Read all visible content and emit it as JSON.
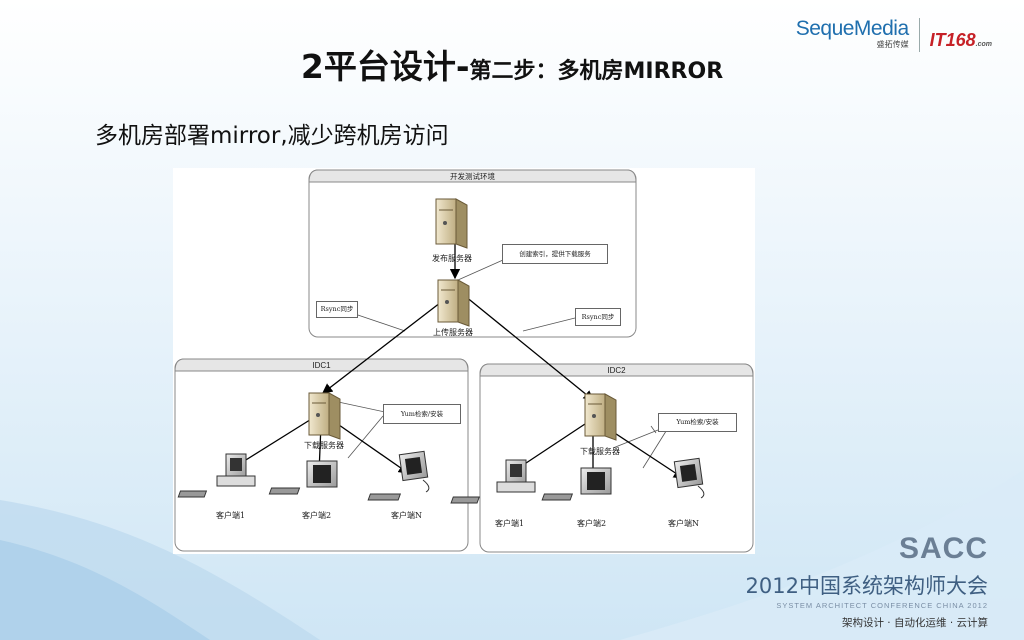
{
  "header": {
    "logo_brand": "SequeMedia",
    "logo_brand_sub": "盛拓传媒",
    "logo_partner": "IT168",
    "logo_partner_sub": ".com"
  },
  "slide": {
    "title_main": "2平台设计-",
    "title_sub": "第二步：多机房MIRROR",
    "subtitle": "多机房部署mirror,减少跨机房访问"
  },
  "diagram": {
    "top_zone_title": "开发测试环境",
    "publish_server": "发布服务器",
    "upload_server": "上传服务器",
    "note_index": "创建索引，提供下载服务",
    "note_rsync_left": "Rsync同步",
    "note_rsync_right": "Rsync同步",
    "idc1": {
      "title": "IDC1",
      "server": "下载服务器",
      "note": "Yum检索/安装",
      "clients": [
        "客户端1",
        "客户端2",
        "客户端N"
      ]
    },
    "idc2": {
      "title": "IDC2",
      "server": "下载服务器",
      "note": "Yum检索/安装",
      "clients": [
        "客户端1",
        "客户端2",
        "客户端N"
      ]
    }
  },
  "footer": {
    "brand": "SACC",
    "conference": "2012中国系统架构师大会",
    "conference_en": "SYSTEM ARCHITECT CONFERENCE CHINA 2012",
    "motto": "架构设计 · 自动化运维 · 云计算"
  },
  "colors": {
    "accent_blue": "#1f6fae",
    "partner_red": "#c62127",
    "zone_header": "#e6e6e6"
  }
}
